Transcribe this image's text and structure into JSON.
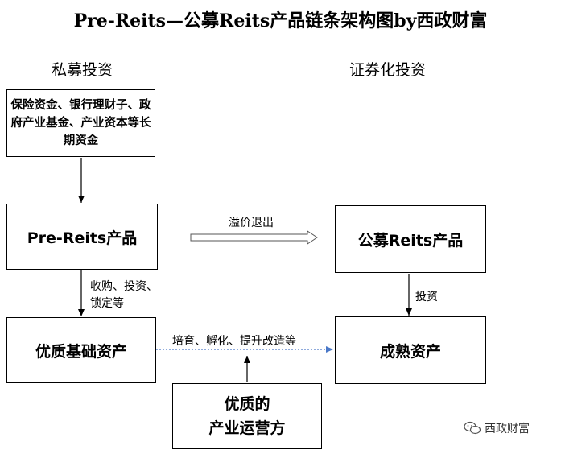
{
  "title": "Pre-Reits—公募Reits产品链条架构图by西政财富",
  "sections": {
    "left": "私募投资",
    "right": "证券化投资"
  },
  "nodes": {
    "funds": "保险资金、银行理财子、政府产业基金、产业资本等长期资金",
    "pre_reits": "Pre-Reits产品",
    "quality_assets": "优质基础资产",
    "public_reits": "公募Reits产品",
    "mature_assets": "成熟资产",
    "operator": "优质的\n产业运营方"
  },
  "edge_labels": {
    "premium_exit": "溢价退出",
    "acquire": "收购、投资、\n锁定等",
    "invest": "投资",
    "cultivate": "培育、孵化、提升改造等"
  },
  "watermark": "西政财富"
}
